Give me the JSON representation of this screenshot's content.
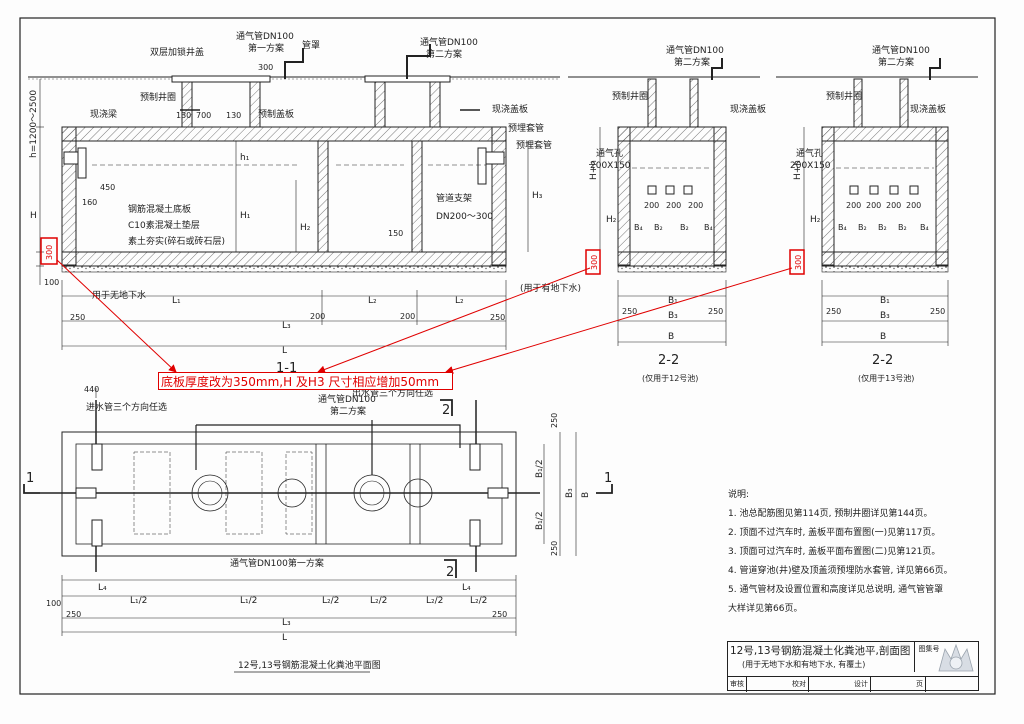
{
  "section_11": {
    "title": "1-1",
    "labels": {
      "vent_pipe_top": "通气管DN100",
      "vent_scheme1": "第一方案",
      "vent_pipe_top2": "通气管DN100",
      "vent_scheme2": "第二方案",
      "double_cover": "双层加锁井盖",
      "precast_ring": "预制井圈",
      "vent_cap": "管罩",
      "cast_beam": "现浇梁",
      "precast_slab": "预制盖板",
      "cast_slab": "现浇盖板",
      "anti_seep": "预埋套管",
      "pipe_support": "管道支架",
      "pipe_size": "DN200～300",
      "rc_base": "钢筋混凝土底板",
      "c10_base": "C10素混凝土垫层",
      "soil": "素土夯实(碎石或砖石层)",
      "no_groundwater": "用于无地下水",
      "with_groundwater": "(用于有地下水)",
      "h_range": "h=1200～2500",
      "H": "H",
      "H1": "H₁",
      "H2": "H₂",
      "H3": "H₃",
      "h1": "h₁",
      "L1": "L₁",
      "L2": "L₂",
      "L2b": "L₂",
      "L3": "L₃",
      "L": "L",
      "d130a": "130",
      "d700": "700",
      "d130b": "130",
      "d300": "300",
      "d160": "160",
      "d450": "450",
      "d150": "150",
      "d100": "100",
      "d250a": "250",
      "d200a": "200",
      "d200b": "200",
      "d250b": "250",
      "base_dim": "300"
    }
  },
  "section_22a": {
    "title": "2-2",
    "subtitle": "(仅用于12号池)",
    "vent": "通气管DN100",
    "scheme": "第二方案",
    "ring": "预制井圈",
    "slab": "现浇盖板",
    "hole": "通气孔",
    "hole_size": "200X150",
    "dims": [
      "200",
      "200",
      "200"
    ],
    "b_labels": [
      "B₄",
      "B₂",
      "B₂",
      "B₄"
    ],
    "B1": "B₁",
    "B3": "B₃",
    "B": "B",
    "d250a": "250",
    "d250b": "250",
    "H2": "H₂",
    "Hh": "H+h",
    "base_dim": "300"
  },
  "section_22b": {
    "title": "2-2",
    "subtitle": "(仅用于13号池)",
    "vent": "通气管DN100",
    "scheme": "第二方案",
    "ring": "预制井圈",
    "slab": "现浇盖板",
    "hole": "通气孔",
    "hole_size": "200X150",
    "dims": [
      "200",
      "200",
      "200",
      "200"
    ],
    "b_labels": [
      "B₄",
      "B₂",
      "B₂",
      "B₂",
      "B₄"
    ],
    "B1": "B₁",
    "B3": "B₃",
    "B": "B",
    "d250a": "250",
    "d250b": "250",
    "H2": "H₂",
    "Hh": "H+h",
    "base_dim": "300"
  },
  "annotation": {
    "text": "底板厚度改为350mm,H 及H3 尺寸相应增加50mm"
  },
  "plan": {
    "title": "12号,13号钢筋混凝土化粪池平面图",
    "inlet": "进水管三个方向任选",
    "outlet": "出水管三个方向任选",
    "vent1": "通气管DN100",
    "vent1b": "第二方案",
    "vent2": "通气管DN100第一方案",
    "d440": "440",
    "d100": "100",
    "d250a": "250",
    "d250b": "250",
    "d250c": "250",
    "d250d": "250",
    "L4a": "L₄",
    "L4b": "L₄",
    "L1h1": "L₁/2",
    "L1h2": "L₁/2",
    "L2h1": "L₂/2",
    "L2h2": "L₂/2",
    "L2h3": "L₂/2",
    "L2h4": "L₂/2",
    "L3": "L₃",
    "L": "L",
    "B1h1": "B₁/2",
    "B1h2": "B₁/2",
    "B3": "B₃",
    "B": "B",
    "sec1": "1",
    "sec1b": "1",
    "sec2": "2",
    "sec2b": "2"
  },
  "notes": {
    "heading": "说明:",
    "items": [
      "1. 池总配筋图见第114页, 预制井圈详见第144页。",
      "2. 顶面不过汽车时, 盖板平面布置图(一)见第117页。",
      "3. 顶面可过汽车时, 盖板平面布置图(二)见第121页。",
      "4. 管道穿池(井)壁及顶盖须预埋防水套管, 详见第66页。",
      "5. 通气管材及设置位置和高度详见总说明, 通气管管罩",
      "   大样详见第66页。"
    ]
  },
  "title_block": {
    "title": "12号,13号钢筋混凝土化粪池平,剖面图",
    "subtitle": "(用于无地下水和有地下水, 有覆土)",
    "atlas_no": "图集号",
    "page": "页",
    "row": [
      "审核",
      "校对",
      "设计"
    ]
  }
}
